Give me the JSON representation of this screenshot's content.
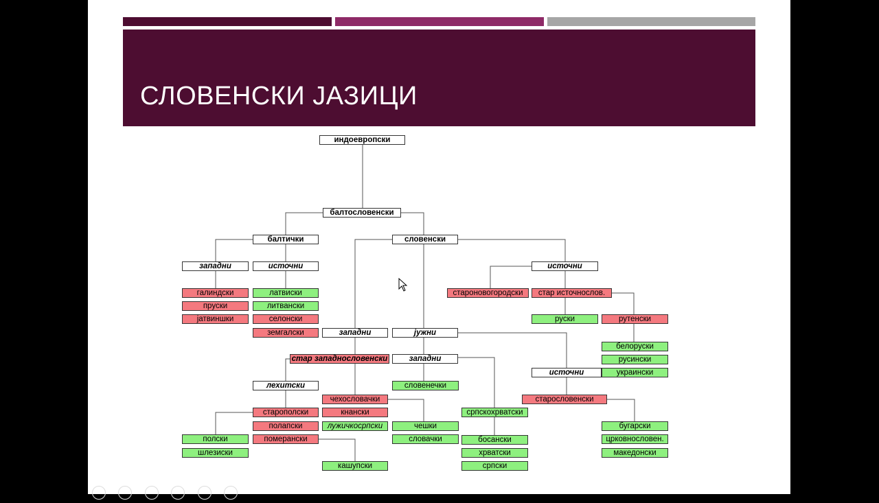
{
  "slide": {
    "title": "СЛОВЕНСКИ ЈАЗИЦИ",
    "colors": {
      "banner": "#4d0d31",
      "bar1": "#4d0d31",
      "bar2": "#8e2a67",
      "bar3": "#a6a6a6",
      "white_node": "#ffffff",
      "extinct_node": "#f4797f",
      "living_node": "#8ef07f"
    }
  },
  "tree": {
    "indoevropski": "индоевропски",
    "baltoslovenski": "балтословенски",
    "baltichki": "балтички",
    "slovenski": "словенски",
    "baltic_zapadni": "западни",
    "baltic_istochni": "источни",
    "galindski": "галиндски",
    "pruski": "пруски",
    "jatvinshki": "јатвиншки",
    "latviski": "латвиски",
    "litvanski": "литвански",
    "selonski": "селонски",
    "zemgalski": "земгалски",
    "slav_istochni": "источни",
    "staronovgorodski": "староновогородски",
    "star_istochnoslov": "стар источнослов.",
    "ruski": "руски",
    "rutenski": "рутенски",
    "beloruski": "белоруски",
    "rusinski": "русински",
    "ukrainski": "украински",
    "slav_zapadni": "западни",
    "juzhni": "јужни",
    "star_zapadnoslovenski": "стар западнословенски",
    "juzhni_zapadni": "западни",
    "juzhni_istochni": "источни",
    "lehitski": "лехитски",
    "chehoslovachki": "чехословачки",
    "knanski": "кнански",
    "luzhichkosrpski": "лужичкосрпски",
    "slovenechki": "словенечки",
    "srpskohrvatski": "српскохрватски",
    "staroslovenski": "старословенски",
    "staropolski": "старополски",
    "polapski": "полапски",
    "pomeranski": "померански",
    "polski": "полски",
    "shlezicki": "шлезиски",
    "kashupski": "кашупски",
    "cheshki": "чешки",
    "slovachki": "словачки",
    "bosanski": "босански",
    "hrvatski": "хрватски",
    "srpski": "српски",
    "bugarski": "бугарски",
    "crkovnosloven": "црковнословен.",
    "makedonski": "македонски"
  }
}
